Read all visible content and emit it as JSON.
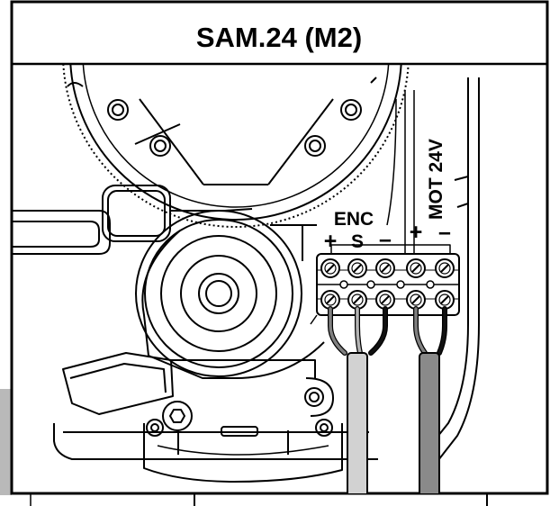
{
  "title": "SAM.24 (M2)",
  "labels": {
    "encoder_group": "ENC",
    "motor_group": "MOT 24V"
  },
  "terminals": [
    {
      "label": "+",
      "wire_color": "#808080"
    },
    {
      "label": "S",
      "wire_color": "#b4b4b4"
    },
    {
      "label": "–",
      "wire_color": "#111111"
    },
    {
      "label": "+",
      "wire_color": "#808080"
    },
    {
      "label": "–",
      "wire_color": "#111111"
    }
  ],
  "cables": [
    {
      "name": "encoder-cable",
      "color": "#d2d2d2"
    },
    {
      "name": "motor-cable",
      "color": "#8a8a8a"
    }
  ]
}
